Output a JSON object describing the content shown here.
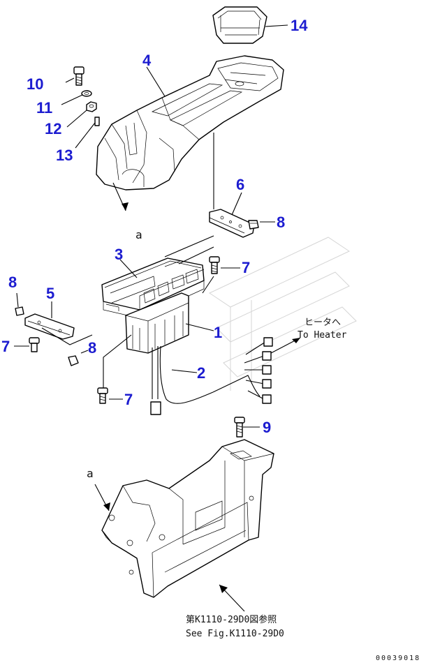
{
  "diagram": {
    "part_numbers": [
      "1",
      "2",
      "3",
      "4",
      "5",
      "6",
      "7",
      "8",
      "9",
      "10",
      "11",
      "12",
      "13",
      "14"
    ],
    "callouts": {
      "c1": "1",
      "c2": "2",
      "c3": "3",
      "c4": "4",
      "c5": "5",
      "c6": "6",
      "c7a": "7",
      "c7b": "7",
      "c7c": "7",
      "c8a": "8",
      "c8b": "8",
      "c8c": "8",
      "c9": "9",
      "c10": "10",
      "c11": "11",
      "c12": "12",
      "c13": "13",
      "c14": "14"
    },
    "ref_marks": {
      "top": "a",
      "bottom": "a"
    },
    "heater_note": {
      "jp": "ヒータへ",
      "en": "To Heater"
    },
    "see_fig": {
      "jp": "第K1110-29D0図参照",
      "en": "See Fig.K1110-29D0"
    },
    "drawing_code": "00039018",
    "colors": {
      "callout": "#1c1cd0",
      "line": "#000000",
      "background": "#ffffff"
    }
  }
}
